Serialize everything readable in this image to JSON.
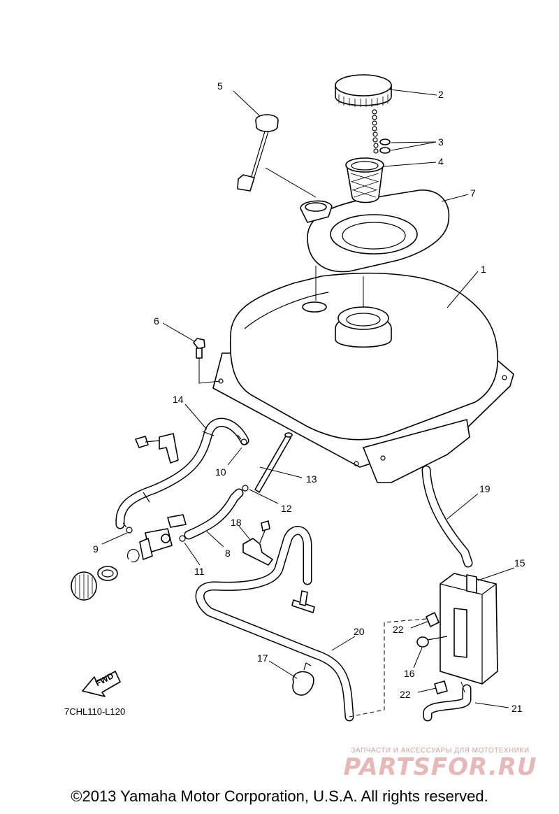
{
  "diagram": {
    "reference_code": "7CHL110-L120",
    "fwd_label": "FWD",
    "callouts": {
      "c1": "1",
      "c2": "2",
      "c3": "3",
      "c4": "4",
      "c5": "5",
      "c6": "6",
      "c7": "7",
      "c8": "8",
      "c9": "9",
      "c10": "10",
      "c11": "11",
      "c12": "12",
      "c13": "13",
      "c14": "14",
      "c15": "15",
      "c16": "16",
      "c17": "17",
      "c18": "18",
      "c19": "19",
      "c20": "20",
      "c21": "21",
      "c22a": "22",
      "c22b": "22"
    }
  },
  "watermark": {
    "tagline": "ЗАПЧАСТИ И АКСЕССУАРЫ ДЛЯ МОТОТЕХНИКИ",
    "logo": "PARTSFOR.RU"
  },
  "footer": {
    "copyright": "©2013 Yamaha Motor Corporation, U.S.A. All rights reserved."
  }
}
